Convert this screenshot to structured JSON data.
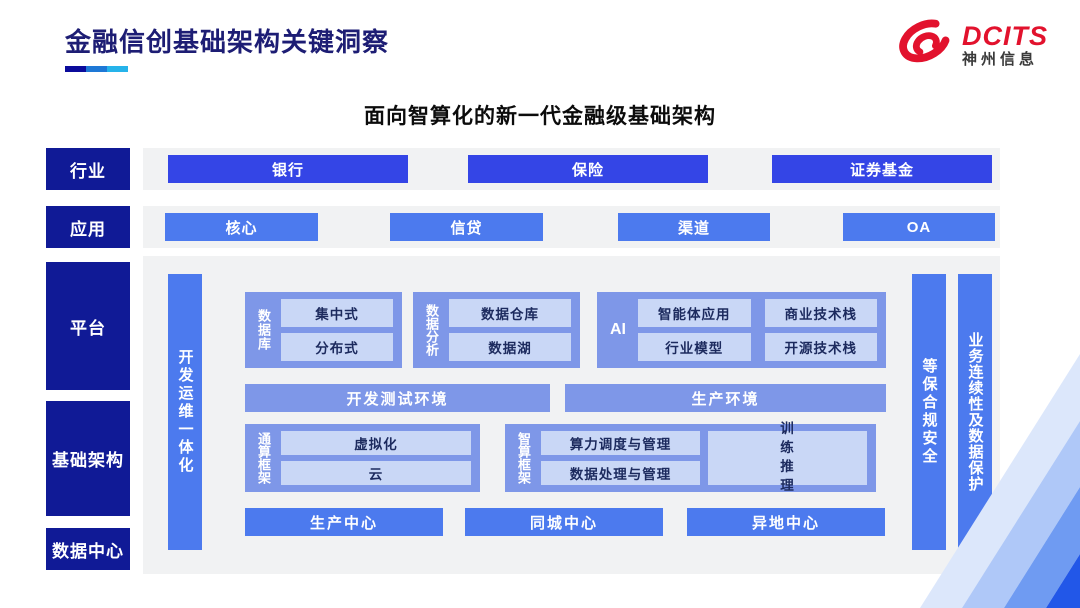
{
  "header": {
    "title": "金融信创基础架构关键洞察"
  },
  "logo": {
    "brand": "DCITS",
    "company": "神州信息"
  },
  "diagram": {
    "subtitle": "面向智算化的新一代金融级基础架构",
    "rows": {
      "industry": {
        "label": "行业",
        "items": [
          "银行",
          "保险",
          "证券基金"
        ]
      },
      "application": {
        "label": "应用",
        "items": [
          "核心",
          "信贷",
          "渠道",
          "OA"
        ]
      },
      "platform_label": "平台",
      "infrastructure_label": "基础架构",
      "datacenter_label": "数据中心"
    },
    "panel": {
      "devops_bar": "开发运维一体化",
      "database": {
        "label": "数据库",
        "items": [
          "集中式",
          "分布式"
        ]
      },
      "analytics": {
        "label": "数据分析",
        "items": [
          "数据仓库",
          "数据湖"
        ]
      },
      "ai": {
        "label": "AI",
        "items": [
          "智能体应用",
          "商业技术栈",
          "行业模型",
          "开源技术栈"
        ]
      },
      "environments": [
        "开发测试环境",
        "生产环境"
      ],
      "general_framework": {
        "label": "通算框架",
        "items": [
          "虚拟化",
          "云"
        ]
      },
      "intelligent_framework": {
        "label": "智算框架",
        "items": [
          "算力调度与管理",
          "数据处理与管理"
        ],
        "side_box": "训练推理"
      },
      "centers": [
        "生产中心",
        "同城中心",
        "异地中心"
      ],
      "security_bar": "等保合规安全",
      "continuity_bar": "业务连续性及数据保护"
    },
    "colors": {
      "navy": "#101a96",
      "industry_blue": "#3445e6",
      "medium_blue": "#4c7aee",
      "periwinkle": "#7e97e8",
      "pale_blue": "#c9d7f6",
      "panel_gray": "#f1f2f3",
      "brand_red": "#e2122d",
      "title_navy": "#1d1d74"
    }
  }
}
